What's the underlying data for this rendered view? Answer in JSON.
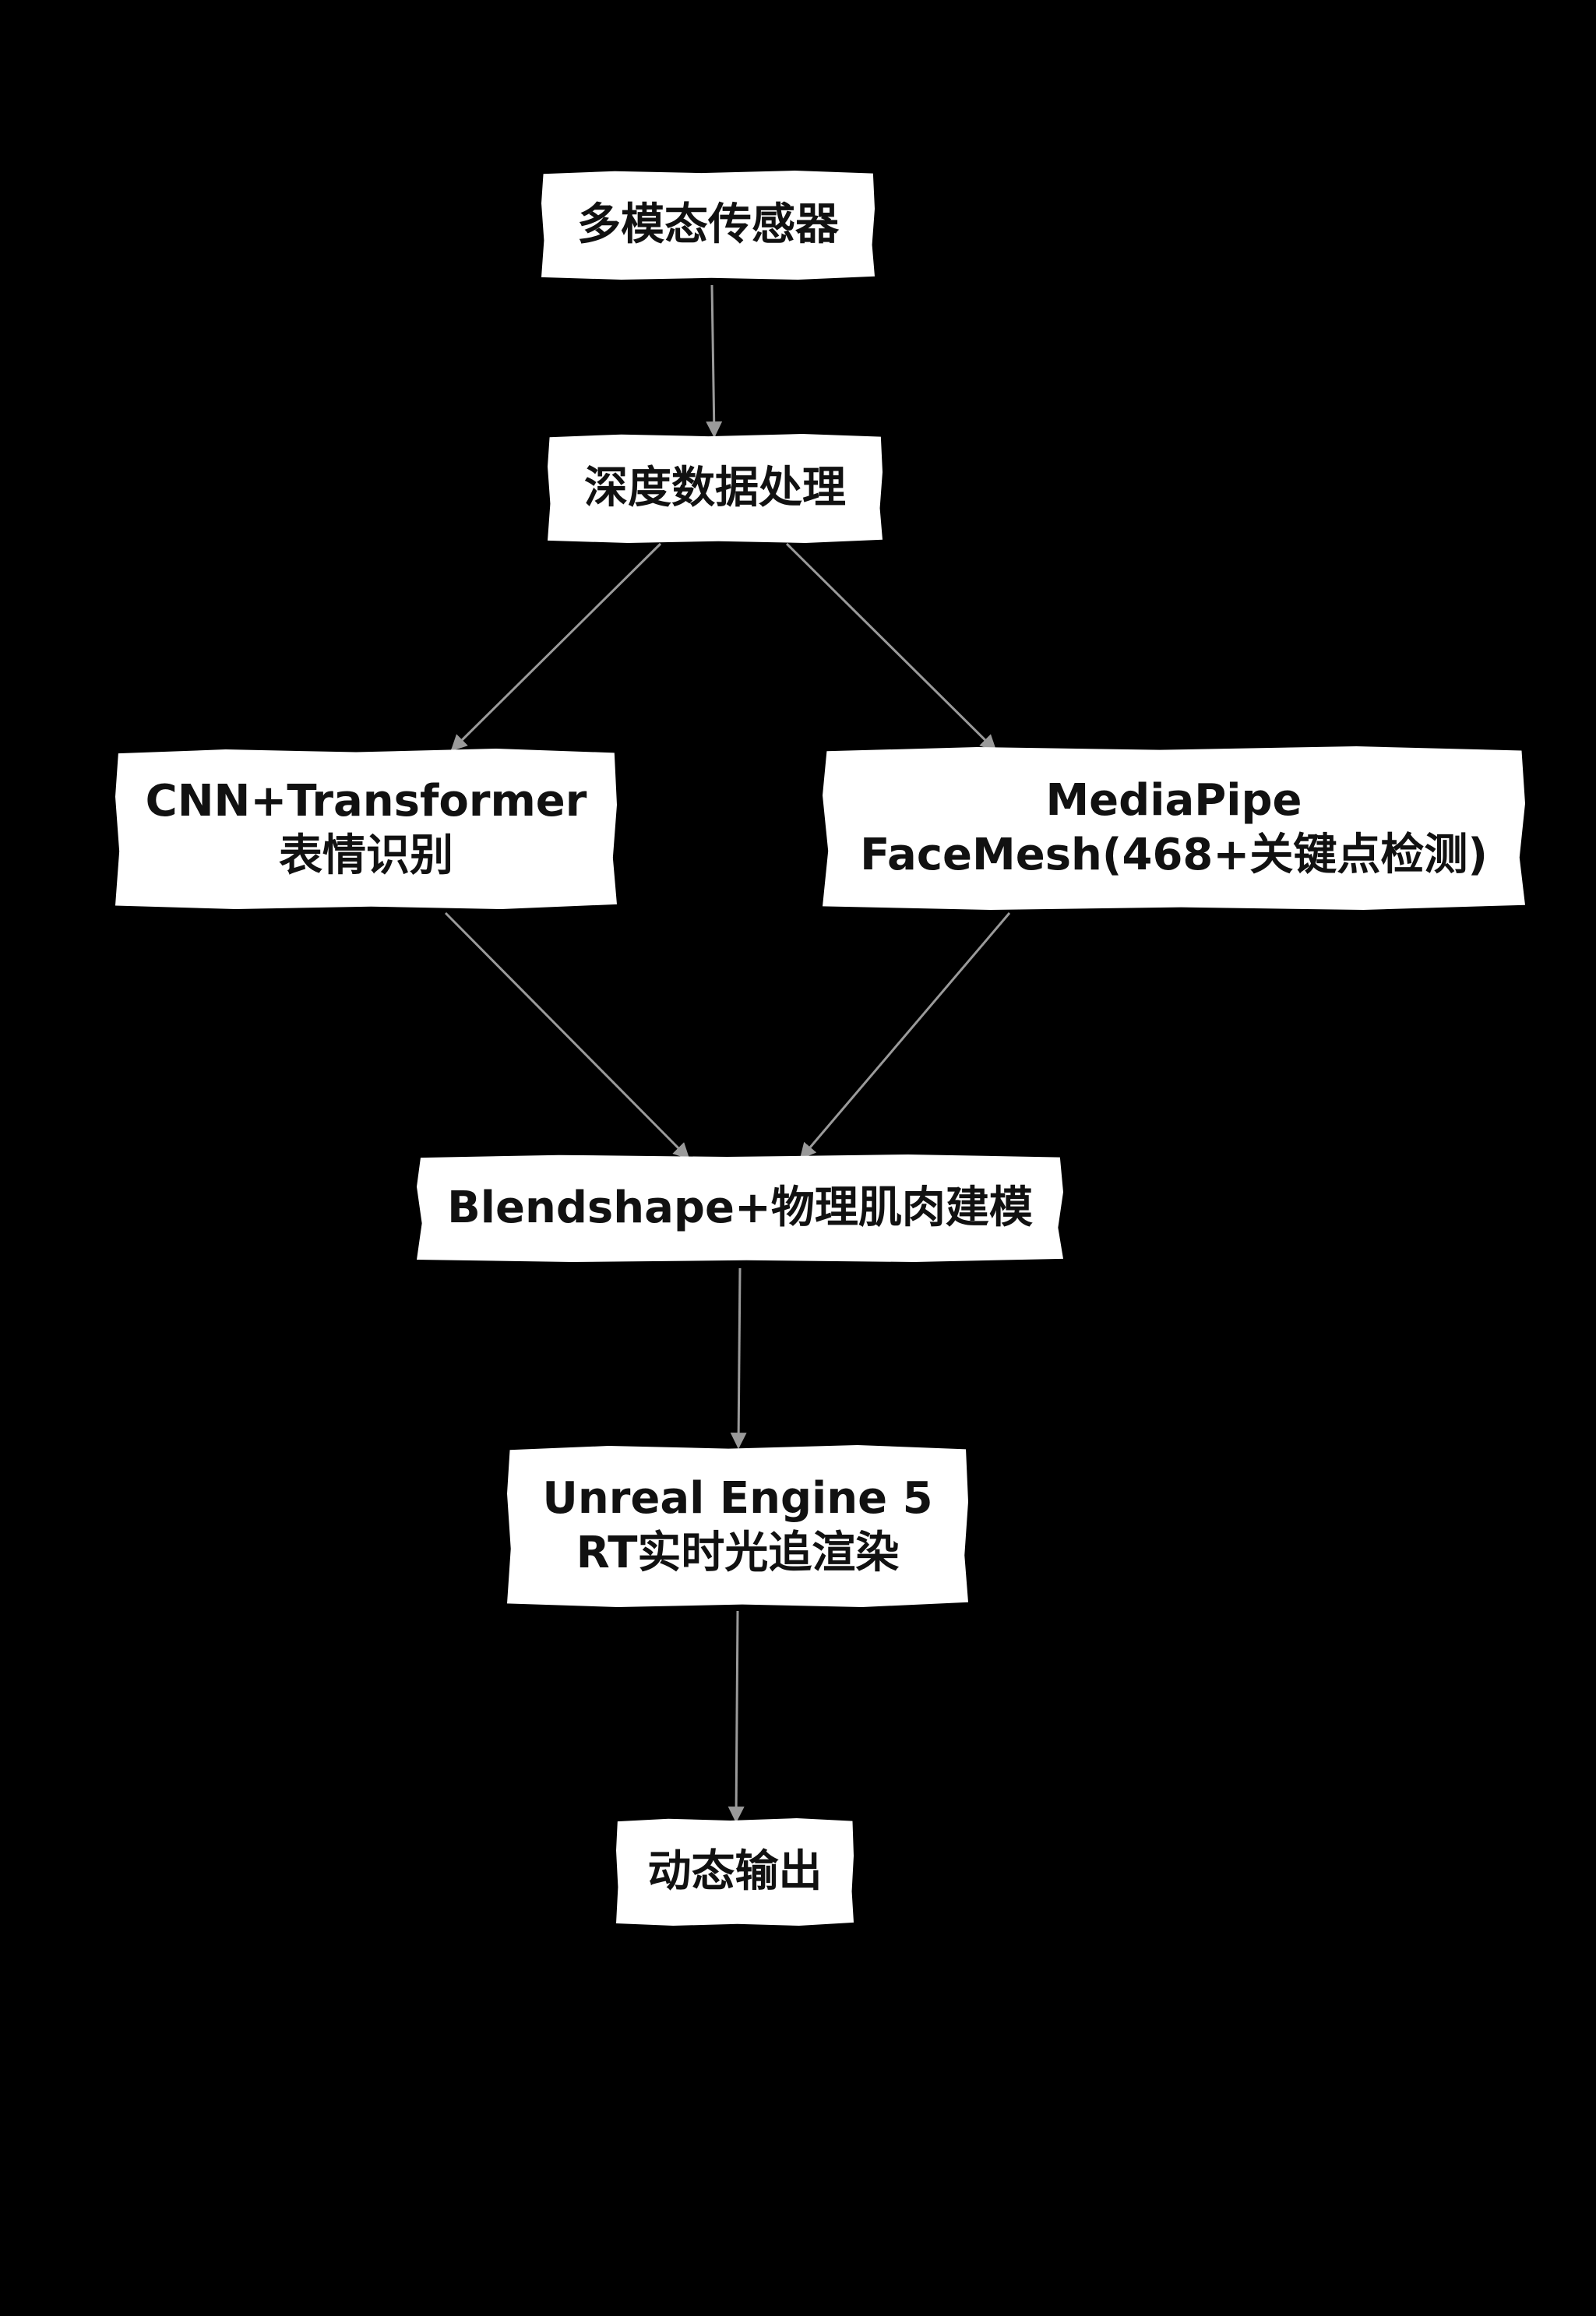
{
  "nodes": {
    "sensor": {
      "lines": [
        "多模态传感器"
      ]
    },
    "depth": {
      "lines": [
        "深度数据处理"
      ]
    },
    "cnn": {
      "lines": [
        "CNN+Transformer",
        "表情识别"
      ]
    },
    "mediapipe": {
      "lines": [
        "MediaPipe",
        "FaceMesh(468+关键点检测)"
      ]
    },
    "blend": {
      "lines": [
        "Blendshape+物理肌肉建模"
      ]
    },
    "unreal": {
      "lines": [
        "Unreal Engine 5",
        "RT实时光追渲染"
      ]
    },
    "output": {
      "lines": [
        "动态输出"
      ]
    }
  },
  "edges": [
    {
      "from": "sensor",
      "to": "depth"
    },
    {
      "from": "depth",
      "to": "cnn"
    },
    {
      "from": "depth",
      "to": "mediapipe"
    },
    {
      "from": "cnn",
      "to": "blend"
    },
    {
      "from": "mediapipe",
      "to": "blend"
    },
    {
      "from": "blend",
      "to": "unreal"
    },
    {
      "from": "unreal",
      "to": "output"
    }
  ],
  "colors": {
    "background": "#000000",
    "node_fill": "#ffffff",
    "node_text": "#111111",
    "arrow": "#9a9a9a"
  }
}
